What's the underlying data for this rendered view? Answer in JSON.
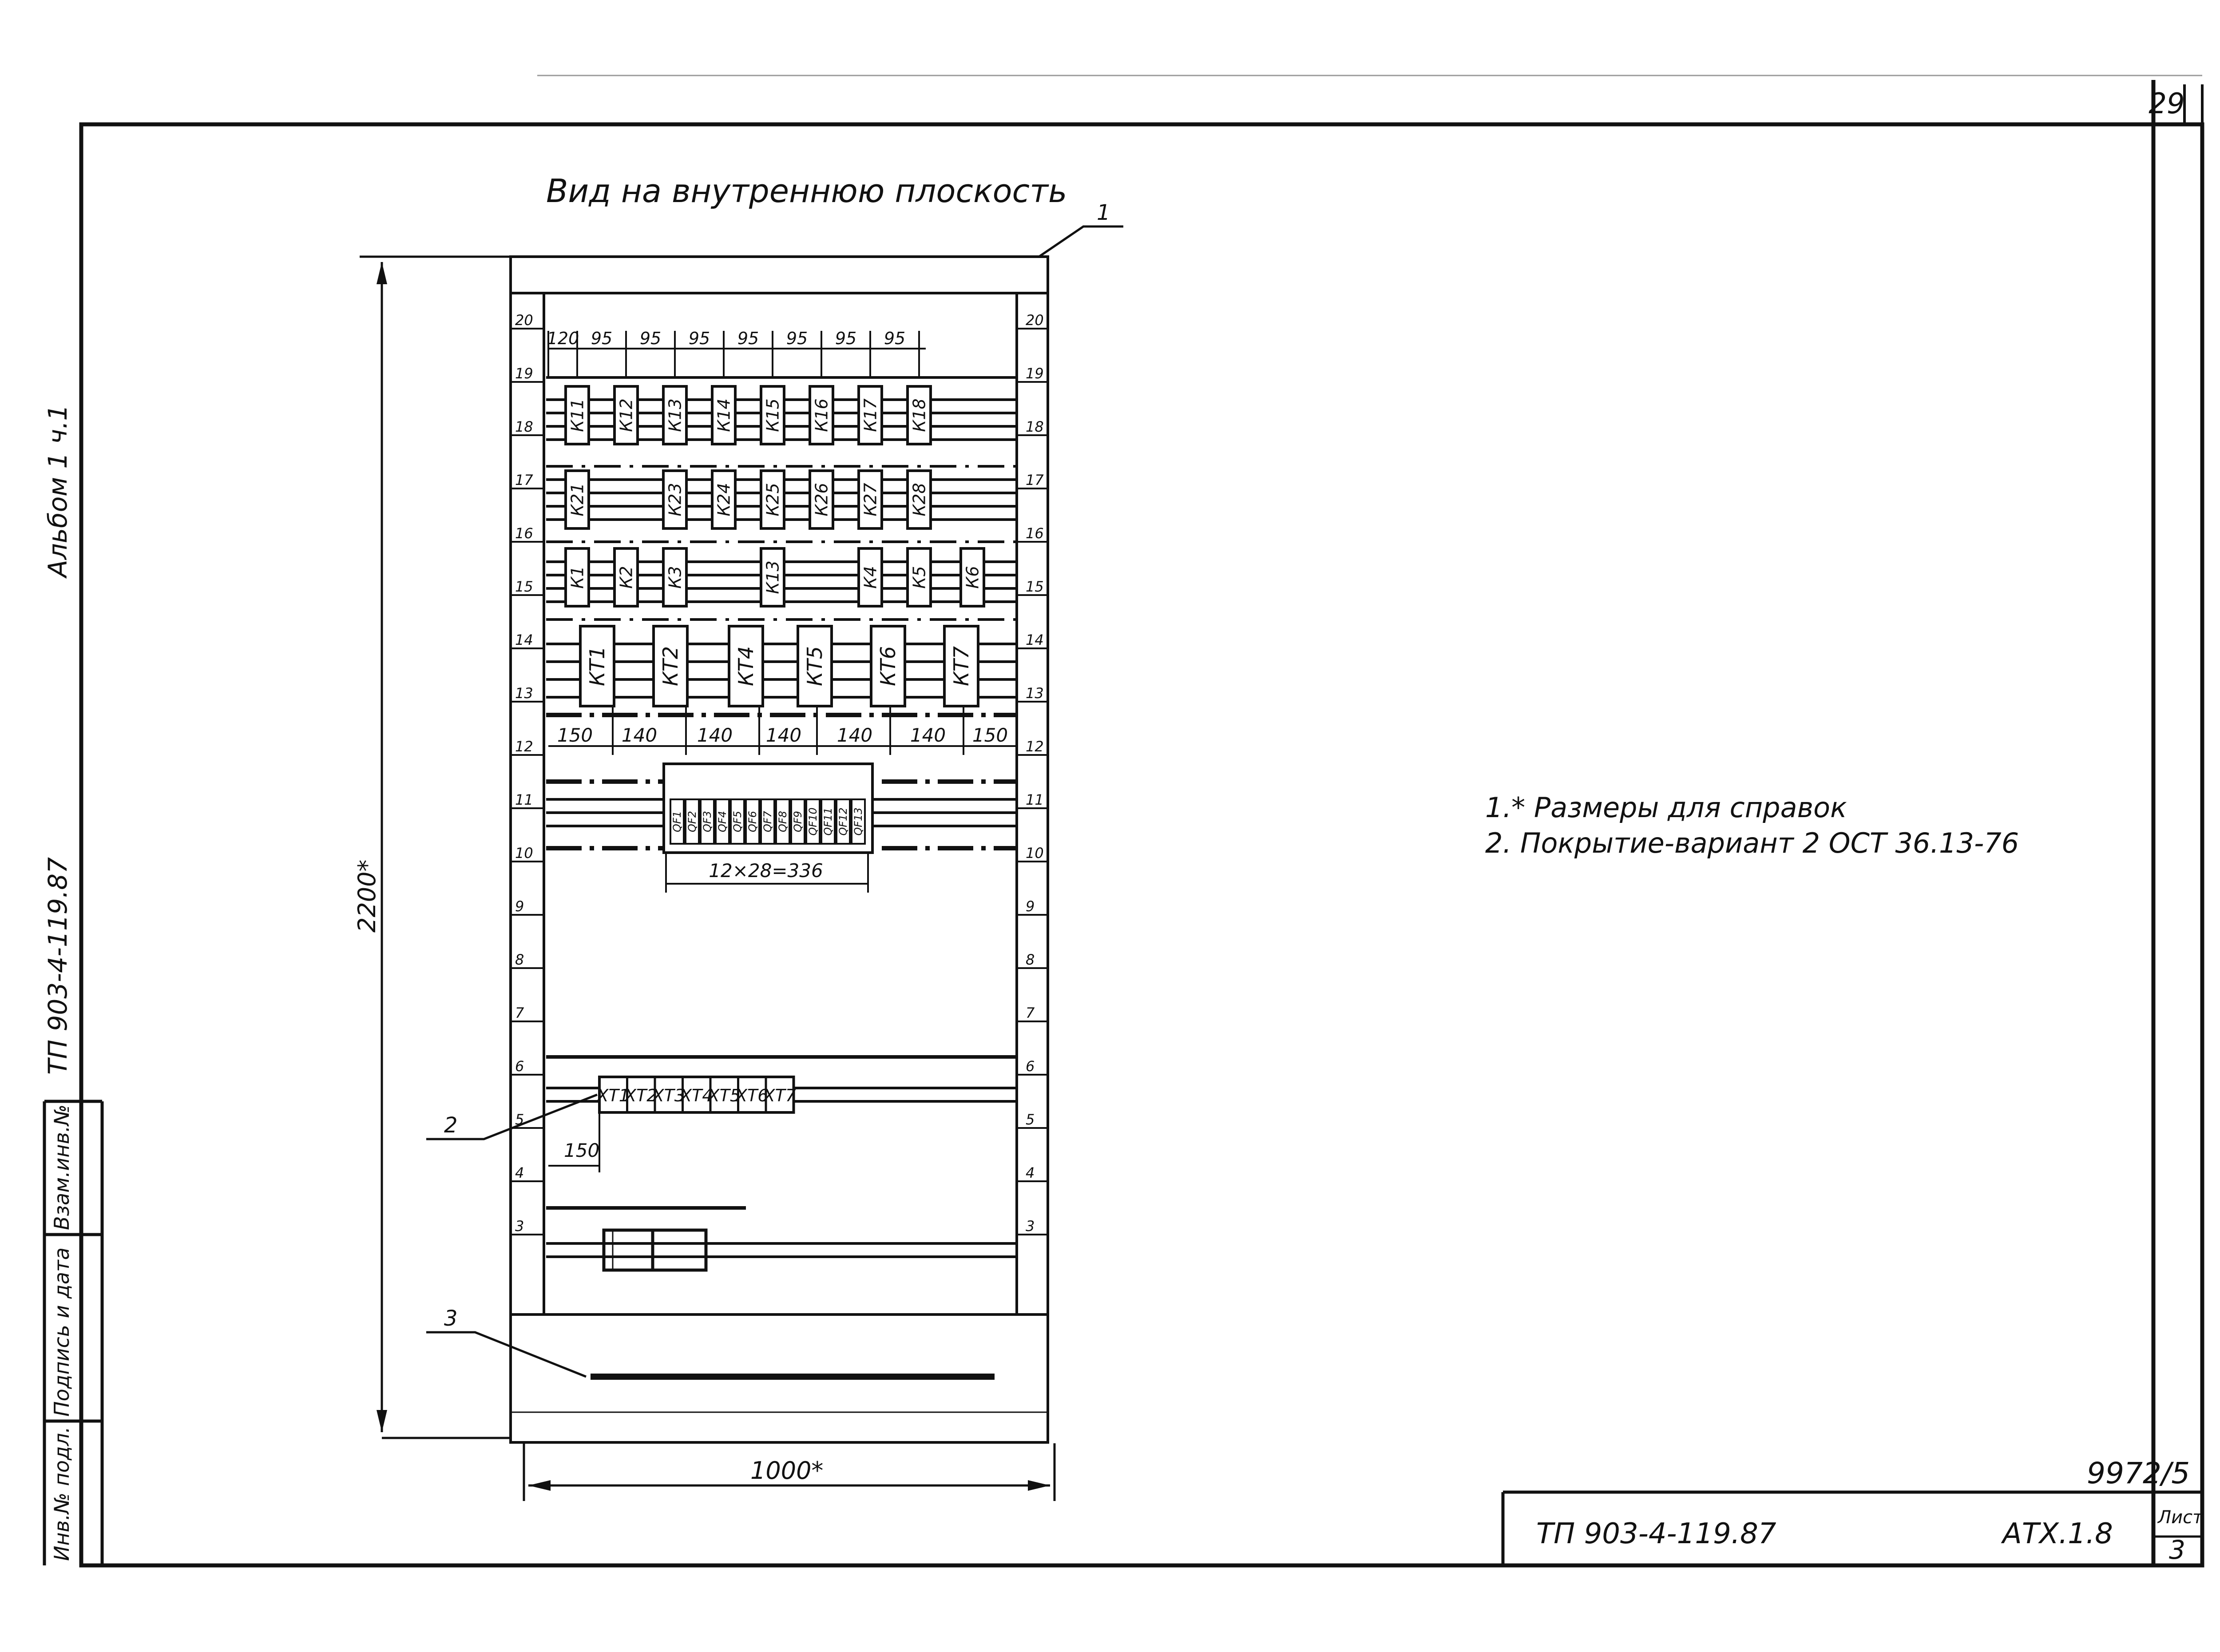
{
  "sheet_corner": "29",
  "view_title": "Вид на внутреннюю плоскость",
  "side_strip": {
    "album_text": "Альбом 1 ч.1",
    "project_code": "ТП 903-4-119.87",
    "boxes": [
      "Взам.инв.№",
      "Подпись и дата",
      "Инв.№ подл."
    ]
  },
  "callouts": [
    "1",
    "2",
    "3"
  ],
  "dimensions": {
    "height": "2200*",
    "width": "1000*",
    "top_row": [
      "120",
      "95",
      "95",
      "95",
      "95",
      "95",
      "95",
      "95"
    ],
    "row_mid": [
      "150",
      "140",
      "140",
      "140",
      "140",
      "140",
      "150"
    ],
    "breaker_span": "12×28=336",
    "terminal_offset": "150"
  },
  "rack_numbers_left": [
    "20",
    "19",
    "18",
    "17",
    "16",
    "15",
    "14",
    "13",
    "12",
    "11",
    "10",
    "9",
    "8",
    "7",
    "6",
    "5",
    "4",
    "3"
  ],
  "rack_numbers_right": [
    "20",
    "19",
    "18",
    "17",
    "16",
    "15",
    "14",
    "13",
    "12",
    "11",
    "10",
    "9",
    "8",
    "7",
    "6",
    "5",
    "4",
    "3"
  ],
  "rows": {
    "row1": [
      "К11",
      "К12",
      "К13",
      "К14",
      "К15",
      "К16",
      "К17",
      "К18"
    ],
    "row2": [
      "К21",
      "К23",
      "К24",
      "К25",
      "К26",
      "К27",
      "К28"
    ],
    "row3": [
      "К1",
      "К2",
      "К3",
      "К13",
      "К4",
      "К5",
      "К6"
    ],
    "row4": [
      "КТ1",
      "КТ2",
      "КТ4",
      "КТ5",
      "КТ6",
      "КТ7"
    ],
    "breakers": [
      "QF1",
      "QF2",
      "QF3",
      "QF4",
      "QF5",
      "QF6",
      "QF7",
      "QF8",
      "QF9",
      "QF10",
      "QF11",
      "QF12",
      "QF13"
    ],
    "terminals": [
      "ХТ1",
      "ХТ2",
      "ХТ3",
      "ХТ4",
      "ХТ5",
      "ХТ6",
      "ХТ7"
    ]
  },
  "notes": [
    "1.* Размеры для справок",
    "2. Покрытие-вариант 2  ОСТ 36.13-76"
  ],
  "stamp": {
    "archive_no": "9972/5",
    "designation": "ТП 903-4-119.87",
    "sheet_code": "АТХ.1.8",
    "sheet_label": "Лист",
    "sheet_no": "3"
  }
}
